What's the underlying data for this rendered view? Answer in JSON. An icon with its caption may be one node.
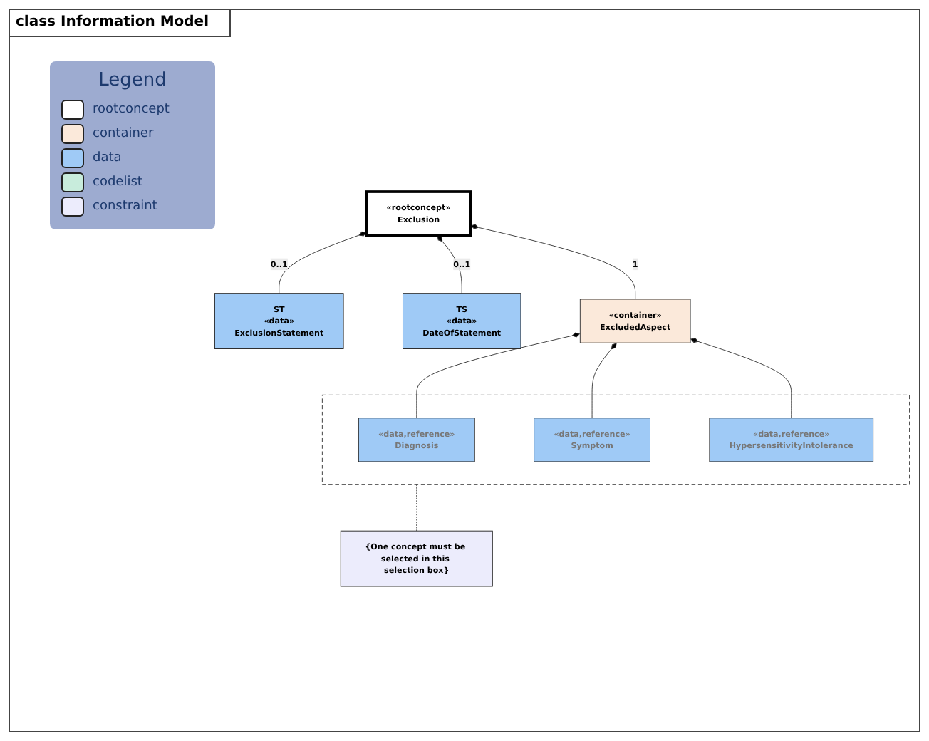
{
  "diagram": {
    "title": "class Information Model",
    "nodes": [
      {
        "text": [
          "«rootconcept»",
          "Exclusion"
        ]
      },
      {
        "text": [
          "ST",
          "«data»",
          "ExclusionStatement"
        ]
      },
      {
        "text": [
          "TS",
          "«data»",
          "DateOfStatement"
        ]
      },
      {
        "text": [
          "«container»",
          "ExcludedAspect"
        ]
      },
      {
        "text": [],
        "shape": "box"
      },
      {
        "text": [
          "«data,reference»",
          "Diagnosis"
        ],
        "in": 4
      },
      {
        "text": [
          "«data,reference»",
          "Symptom"
        ],
        "in": 4
      },
      {
        "text": [
          "«data,reference»",
          "HypersensitivityIntolerance"
        ],
        "in": 4
      },
      {
        "text": [
          "{One concept must be selected in this selection box}"
        ]
      }
    ],
    "edges": [
      {
        "from": 1,
        "to": 0,
        "arrow": "other",
        "label": "0..1"
      },
      {
        "from": 2,
        "to": 0,
        "arrow": "other",
        "label": "0..1"
      },
      {
        "from": 3,
        "to": 0,
        "arrow": "other",
        "label": "1"
      },
      {
        "from": 5,
        "to": 3,
        "arrow": "other"
      },
      {
        "from": 6,
        "to": 3,
        "arrow": "other"
      },
      {
        "from": 7,
        "to": 3,
        "arrow": "other"
      },
      {
        "from": 8,
        "to": 4,
        "arrow": "none",
        "style": "dashed"
      }
    ],
    "labels": [
      "Legend"
    ],
    "legend": [
      {
        "text": "rootconcept",
        "color": "#ffffff"
      },
      {
        "text": "container",
        "color": "#fbe9da"
      },
      {
        "text": "data",
        "color": "#9fcaf6"
      },
      {
        "text": "codelist",
        "color": "#c8ecdc"
      },
      {
        "text": "constraint",
        "color": "#ececfc"
      }
    ]
  }
}
